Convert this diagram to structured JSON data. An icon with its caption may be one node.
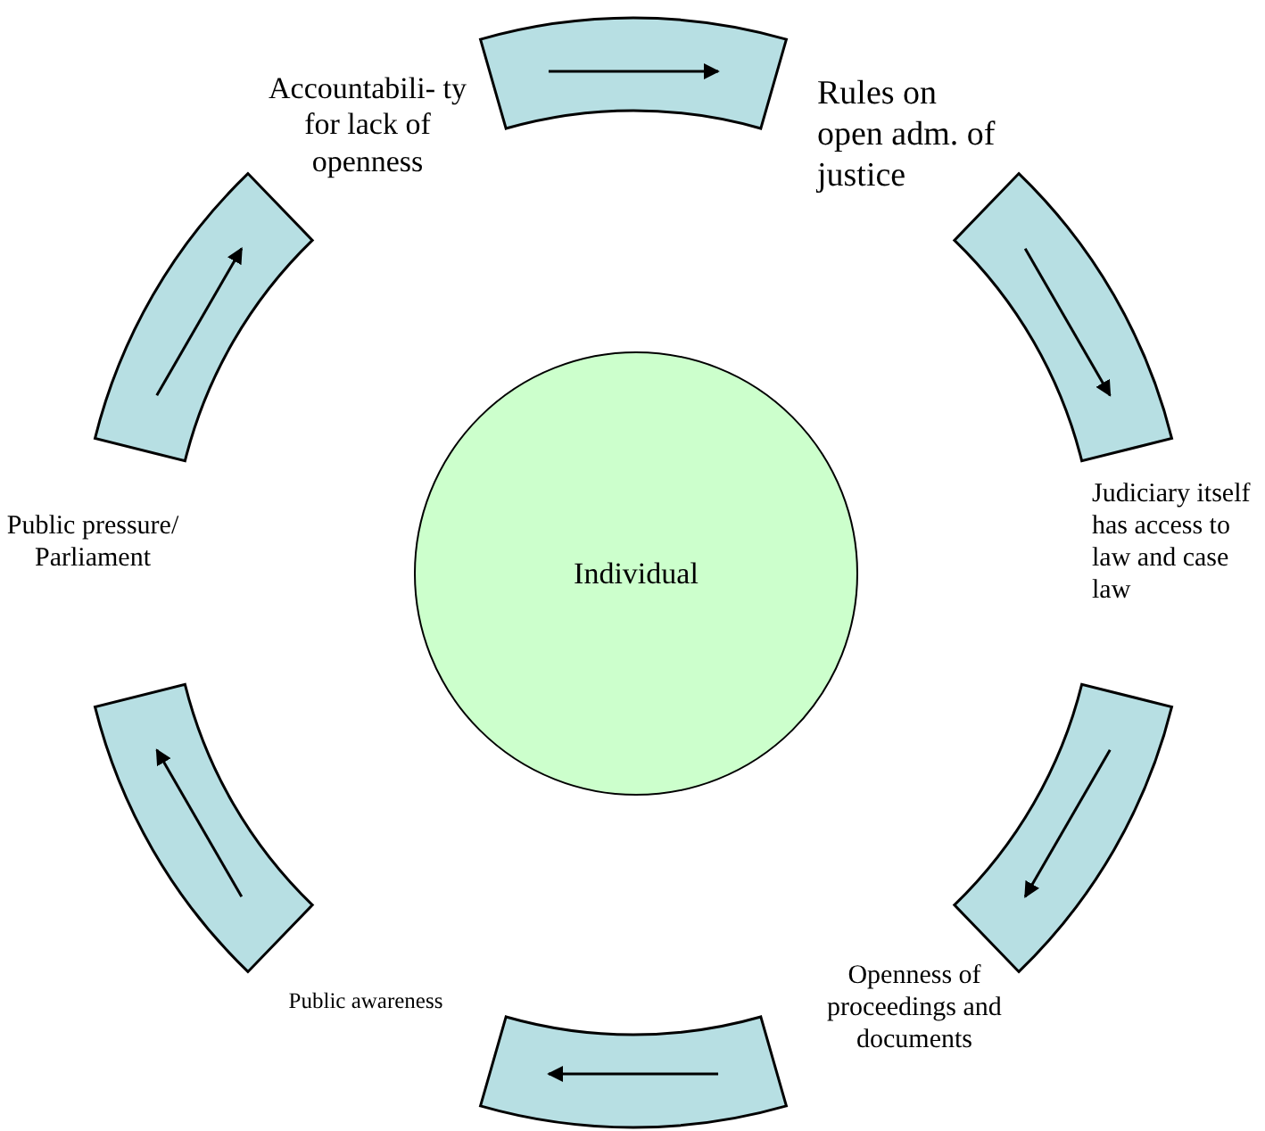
{
  "diagram": {
    "nodes": [
      {
        "text": [],
        "shape": "band"
      },
      {
        "text": [
          "Accountabili- ty for lack of openness"
        ]
      },
      {
        "text": [
          "Rules on open adm. of justice"
        ]
      },
      {
        "text": [],
        "shape": "band"
      },
      {
        "text": [],
        "shape": "band"
      },
      {
        "text": [
          "Public pressure/ Parliament"
        ]
      },
      {
        "text": [
          "Individual"
        ]
      },
      {
        "text": [
          "Judiciary itself  has access to law and case law"
        ]
      },
      {
        "text": [],
        "shape": "band"
      },
      {
        "text": [],
        "shape": "band"
      },
      {
        "text": [
          "Public awareness"
        ]
      },
      {
        "text": [
          "Openness of proceedings and documents"
        ]
      },
      {
        "text": [],
        "shape": "band"
      }
    ]
  }
}
